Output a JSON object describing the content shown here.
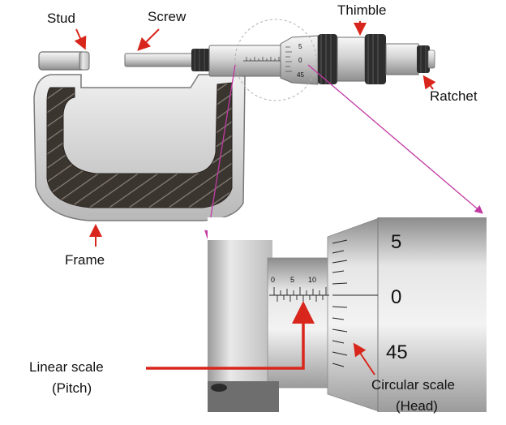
{
  "labels": {
    "stud": "Stud",
    "screw": "Screw",
    "thimble": "Thimble",
    "ratchet": "Ratchet",
    "frame": "Frame",
    "linear_scale": "Linear scale",
    "linear_scale_sub": "(Pitch)",
    "circular_scale": "Circular scale",
    "circular_scale_sub": "(Head)"
  },
  "small_thimble_numbers": [
    "5",
    "0",
    "45"
  ],
  "linear_scale_numbers": [
    "0",
    "5",
    "10"
  ],
  "circular_scale_numbers": [
    "5",
    "0",
    "45"
  ],
  "colors": {
    "arrow_red": "#d9261c",
    "callout_magenta": "#c23aa3",
    "frame_dark": "#3b3530",
    "metal_light": "#ececec",
    "metal_dark": "#8e8e8e"
  }
}
